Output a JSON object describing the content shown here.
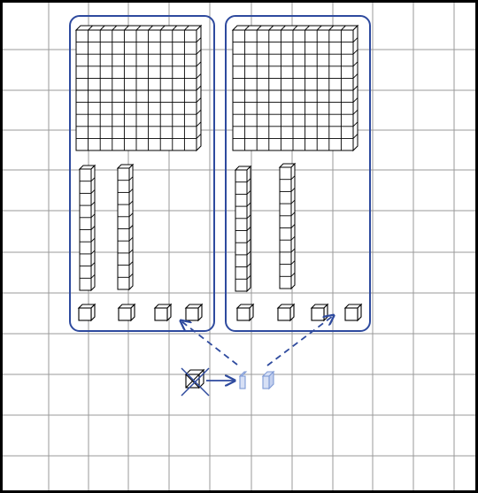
{
  "diagram": {
    "colors": {
      "background": "#ffffff",
      "frame": "#000000",
      "grid": "#9a9a9a",
      "group_border": "#2e4a9e",
      "block_stroke": "#000000",
      "arrow": "#2e4a9e",
      "broken_cube": "#7f9ad6"
    },
    "groups": [
      {
        "hundreds": 1,
        "tens": 2,
        "ones": 4
      },
      {
        "hundreds": 1,
        "tens": 2,
        "ones": 4
      }
    ],
    "regrouping": {
      "crossed_out_unit_cubes": 1,
      "split_pieces": 2,
      "arrow_targets": [
        "group-1",
        "group-2"
      ],
      "icons": [
        "crossed-cube-icon",
        "split-cube-half-icon",
        "dashed-arrow-icon",
        "solid-arrow-icon"
      ]
    }
  }
}
